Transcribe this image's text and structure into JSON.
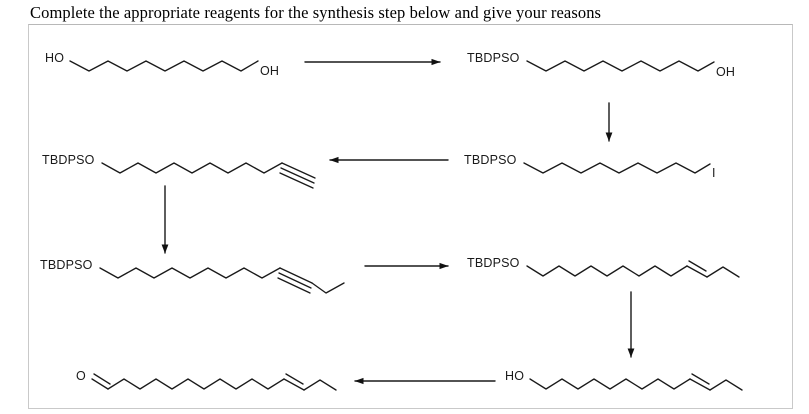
{
  "page": {
    "title": "Complete the appropriate reagents for the synthesis step below and give your reasons",
    "background_color": "#ffffff",
    "frame_border_color": "#c9c9c9",
    "structure_line_color": "#1a1a1a"
  },
  "scheme": {
    "flow": "serpentine",
    "rows": 4,
    "molecules": [
      {
        "id": "m1",
        "row": 1,
        "position": "left",
        "left_label": "HO",
        "right_label": "OH",
        "name": "decane-1,10-diol",
        "chain_vertices": 11,
        "features": []
      },
      {
        "id": "m2",
        "row": 1,
        "position": "right",
        "left_label": "TBDPSO",
        "right_label": "OH",
        "name": "10-(tert-butyldiphenylsilyloxy)decan-1-ol",
        "chain_vertices": 11,
        "features": [
          "silyl-ether"
        ]
      },
      {
        "id": "m3",
        "row": 2,
        "position": "right",
        "left_label": "TBDPSO",
        "right_label": "I",
        "name": "TBDPS-protected iodo-alkane",
        "chain_vertices": 11,
        "features": [
          "silyl-ether",
          "iodide"
        ]
      },
      {
        "id": "m4",
        "row": 2,
        "position": "left",
        "left_label": "TBDPSO",
        "right_label": "",
        "name": "TBDPS-protected terminal alkyne",
        "chain_vertices": 12,
        "features": [
          "silyl-ether",
          "terminal-alkyne"
        ]
      },
      {
        "id": "m5",
        "row": 3,
        "position": "left",
        "left_label": "TBDPSO",
        "right_label": "",
        "name": "TBDPS-protected internal alkyne",
        "chain_vertices": 14,
        "features": [
          "silyl-ether",
          "internal-alkyne",
          "ethyl-terminus"
        ]
      },
      {
        "id": "m6",
        "row": 3,
        "position": "right",
        "left_label": "TBDPSO",
        "right_label": "",
        "name": "TBDPS-protected E-alkene",
        "chain_vertices": 14,
        "features": [
          "silyl-ether",
          "E-alkene",
          "ethyl-terminus"
        ]
      },
      {
        "id": "m7",
        "row": 4,
        "position": "right",
        "left_label": "HO",
        "right_label": "",
        "name": "E-alkenyl alcohol",
        "chain_vertices": 14,
        "features": [
          "hydroxyl",
          "E-alkene",
          "ethyl-terminus"
        ]
      },
      {
        "id": "m8",
        "row": 4,
        "position": "left",
        "left_label": "O",
        "right_label": "",
        "name": "E-alkenyl aldehyde",
        "chain_vertices": 14,
        "features": [
          "aldehyde",
          "E-alkene",
          "ethyl-terminus"
        ]
      }
    ],
    "arrows": [
      {
        "id": "a1",
        "direction": "right",
        "from": "m1",
        "to": "m2",
        "reagent_label": ""
      },
      {
        "id": "a2",
        "direction": "down",
        "from": "m2",
        "to": "m3",
        "reagent_label": ""
      },
      {
        "id": "a3",
        "direction": "left",
        "from": "m3",
        "to": "m4",
        "reagent_label": ""
      },
      {
        "id": "a4",
        "direction": "down",
        "from": "m4",
        "to": "m5",
        "reagent_label": ""
      },
      {
        "id": "a5",
        "direction": "right",
        "from": "m5",
        "to": "m6",
        "reagent_label": ""
      },
      {
        "id": "a6",
        "direction": "down",
        "from": "m6",
        "to": "m7",
        "reagent_label": ""
      },
      {
        "id": "a7",
        "direction": "left",
        "from": "m7",
        "to": "m8",
        "reagent_label": ""
      }
    ]
  }
}
